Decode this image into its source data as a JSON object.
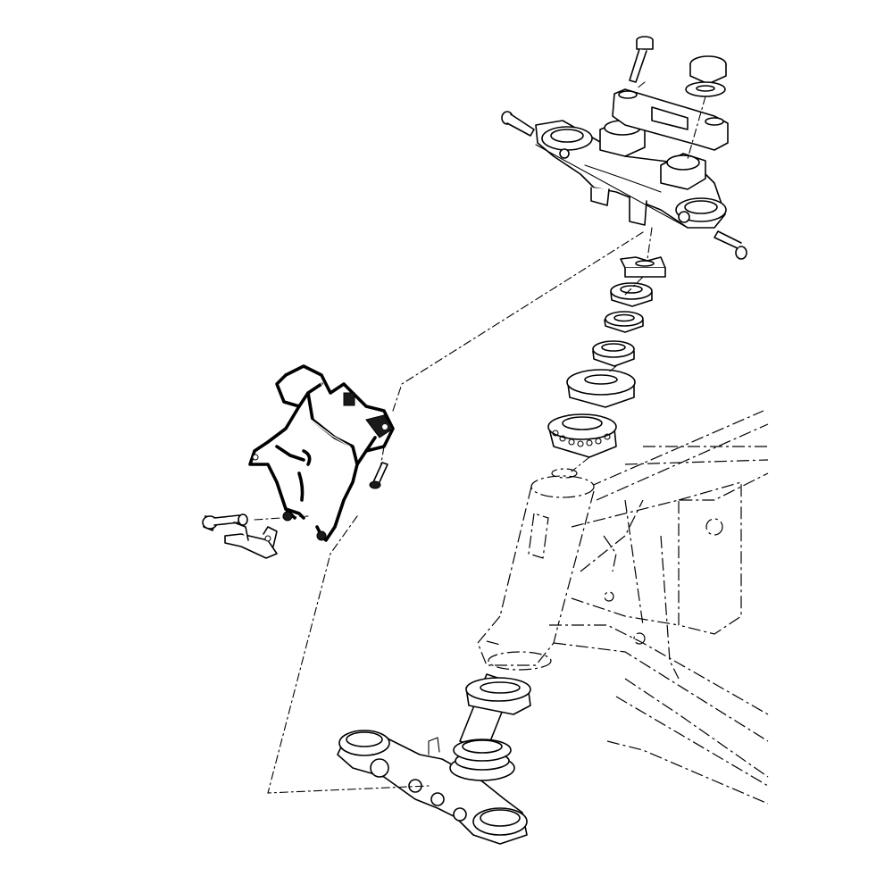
{
  "diagram": {
    "parts": [
      "upper-triple-clamp",
      "handlebar-clamp",
      "steering-stem-nut",
      "washer",
      "pinch-bolt",
      "lock-washer",
      "ring-nut",
      "rubber-washer",
      "dust-cover",
      "bearing-race",
      "ball-bearing",
      "frame-head-pipe",
      "lower-triple-clamp",
      "headlight-stay-bracket",
      "bolt",
      "clip-bracket"
    ]
  },
  "colors": {
    "line": "#000000",
    "background": "#ffffff",
    "bracket": "#1a1a1a"
  }
}
